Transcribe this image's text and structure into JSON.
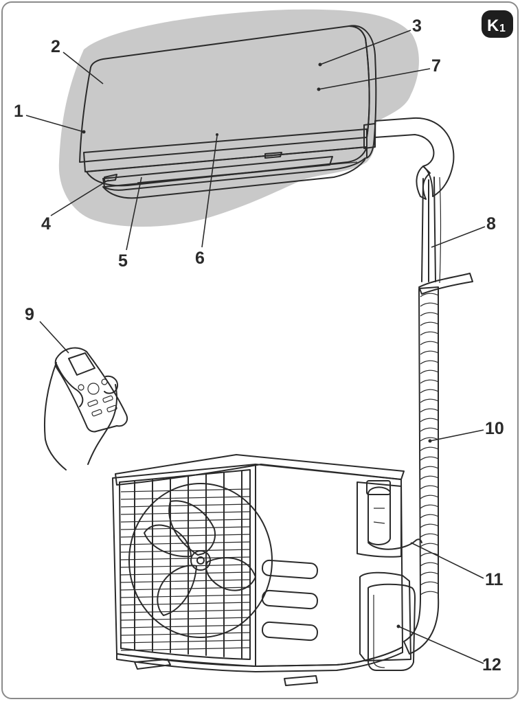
{
  "figure": {
    "badge": {
      "letter": "K",
      "number": "1"
    },
    "callouts": [
      {
        "id": "1",
        "label": "1"
      },
      {
        "id": "2",
        "label": "2"
      },
      {
        "id": "3",
        "label": "3"
      },
      {
        "id": "4",
        "label": "4"
      },
      {
        "id": "5",
        "label": "5"
      },
      {
        "id": "6",
        "label": "6"
      },
      {
        "id": "7",
        "label": "7"
      },
      {
        "id": "8",
        "label": "8"
      },
      {
        "id": "9",
        "label": "9"
      },
      {
        "id": "10",
        "label": "10"
      },
      {
        "id": "11",
        "label": "11"
      },
      {
        "id": "12",
        "label": "12"
      }
    ]
  },
  "colors": {
    "wall_shadow": "#c9c9c9",
    "outline": "#2a2a2a",
    "fan_blade": "#5a5a5a",
    "pipe_fill": "#a9a9a9",
    "badge_fill": "#1e1e1e"
  },
  "icons": {
    "indoor_unit": "wall-mounted-indoor-unit",
    "outdoor_unit": "outdoor-condenser-unit",
    "remote": "remote-control-in-hand"
  }
}
